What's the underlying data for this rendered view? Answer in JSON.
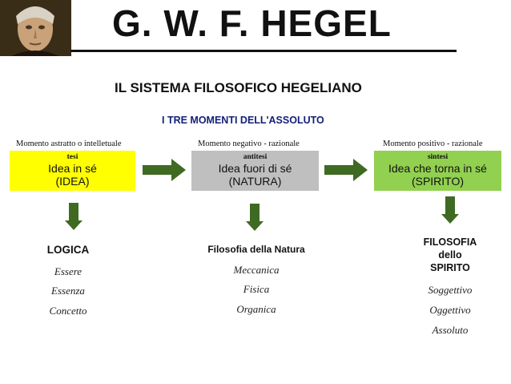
{
  "header": {
    "title": "G. W. F. HEGEL",
    "subtitle": "IL SISTEMA FILOSOFICO HEGELIANO",
    "moments_title": "I TRE MOMENTI DELL'ASSOLUTO"
  },
  "columns": [
    {
      "caption": "Momento astratto o intelletuale",
      "tag": "tesi",
      "line1": "Idea in sé",
      "line2": "(IDEA)",
      "color": "#ffff00",
      "heading": "LOGICA",
      "items": [
        "Essere",
        "Essenza",
        "Concetto"
      ]
    },
    {
      "caption": "Momento negativo - razionale",
      "tag": "antitesi",
      "line1": "Idea fuori di sé",
      "line2": "(NATURA)",
      "color": "#bfbfbf",
      "heading": "Filosofia della Natura",
      "items": [
        "Meccanica",
        "Fisica",
        "Organica"
      ]
    },
    {
      "caption": "Momento positivo - razionale",
      "tag": "sintesi",
      "line1": "Idea che torna in sé",
      "line2": "(SPIRITO)",
      "color": "#92d050",
      "heading_lines": [
        "FILOSOFIA",
        "dello",
        "SPIRITO"
      ],
      "items": [
        "Soggettivo",
        "Oggettivo",
        "Assoluto"
      ]
    }
  ],
  "arrow_color": "#3f6a22",
  "icons": [
    "portrait-image",
    "arrow-right-icon",
    "arrow-down-icon"
  ]
}
